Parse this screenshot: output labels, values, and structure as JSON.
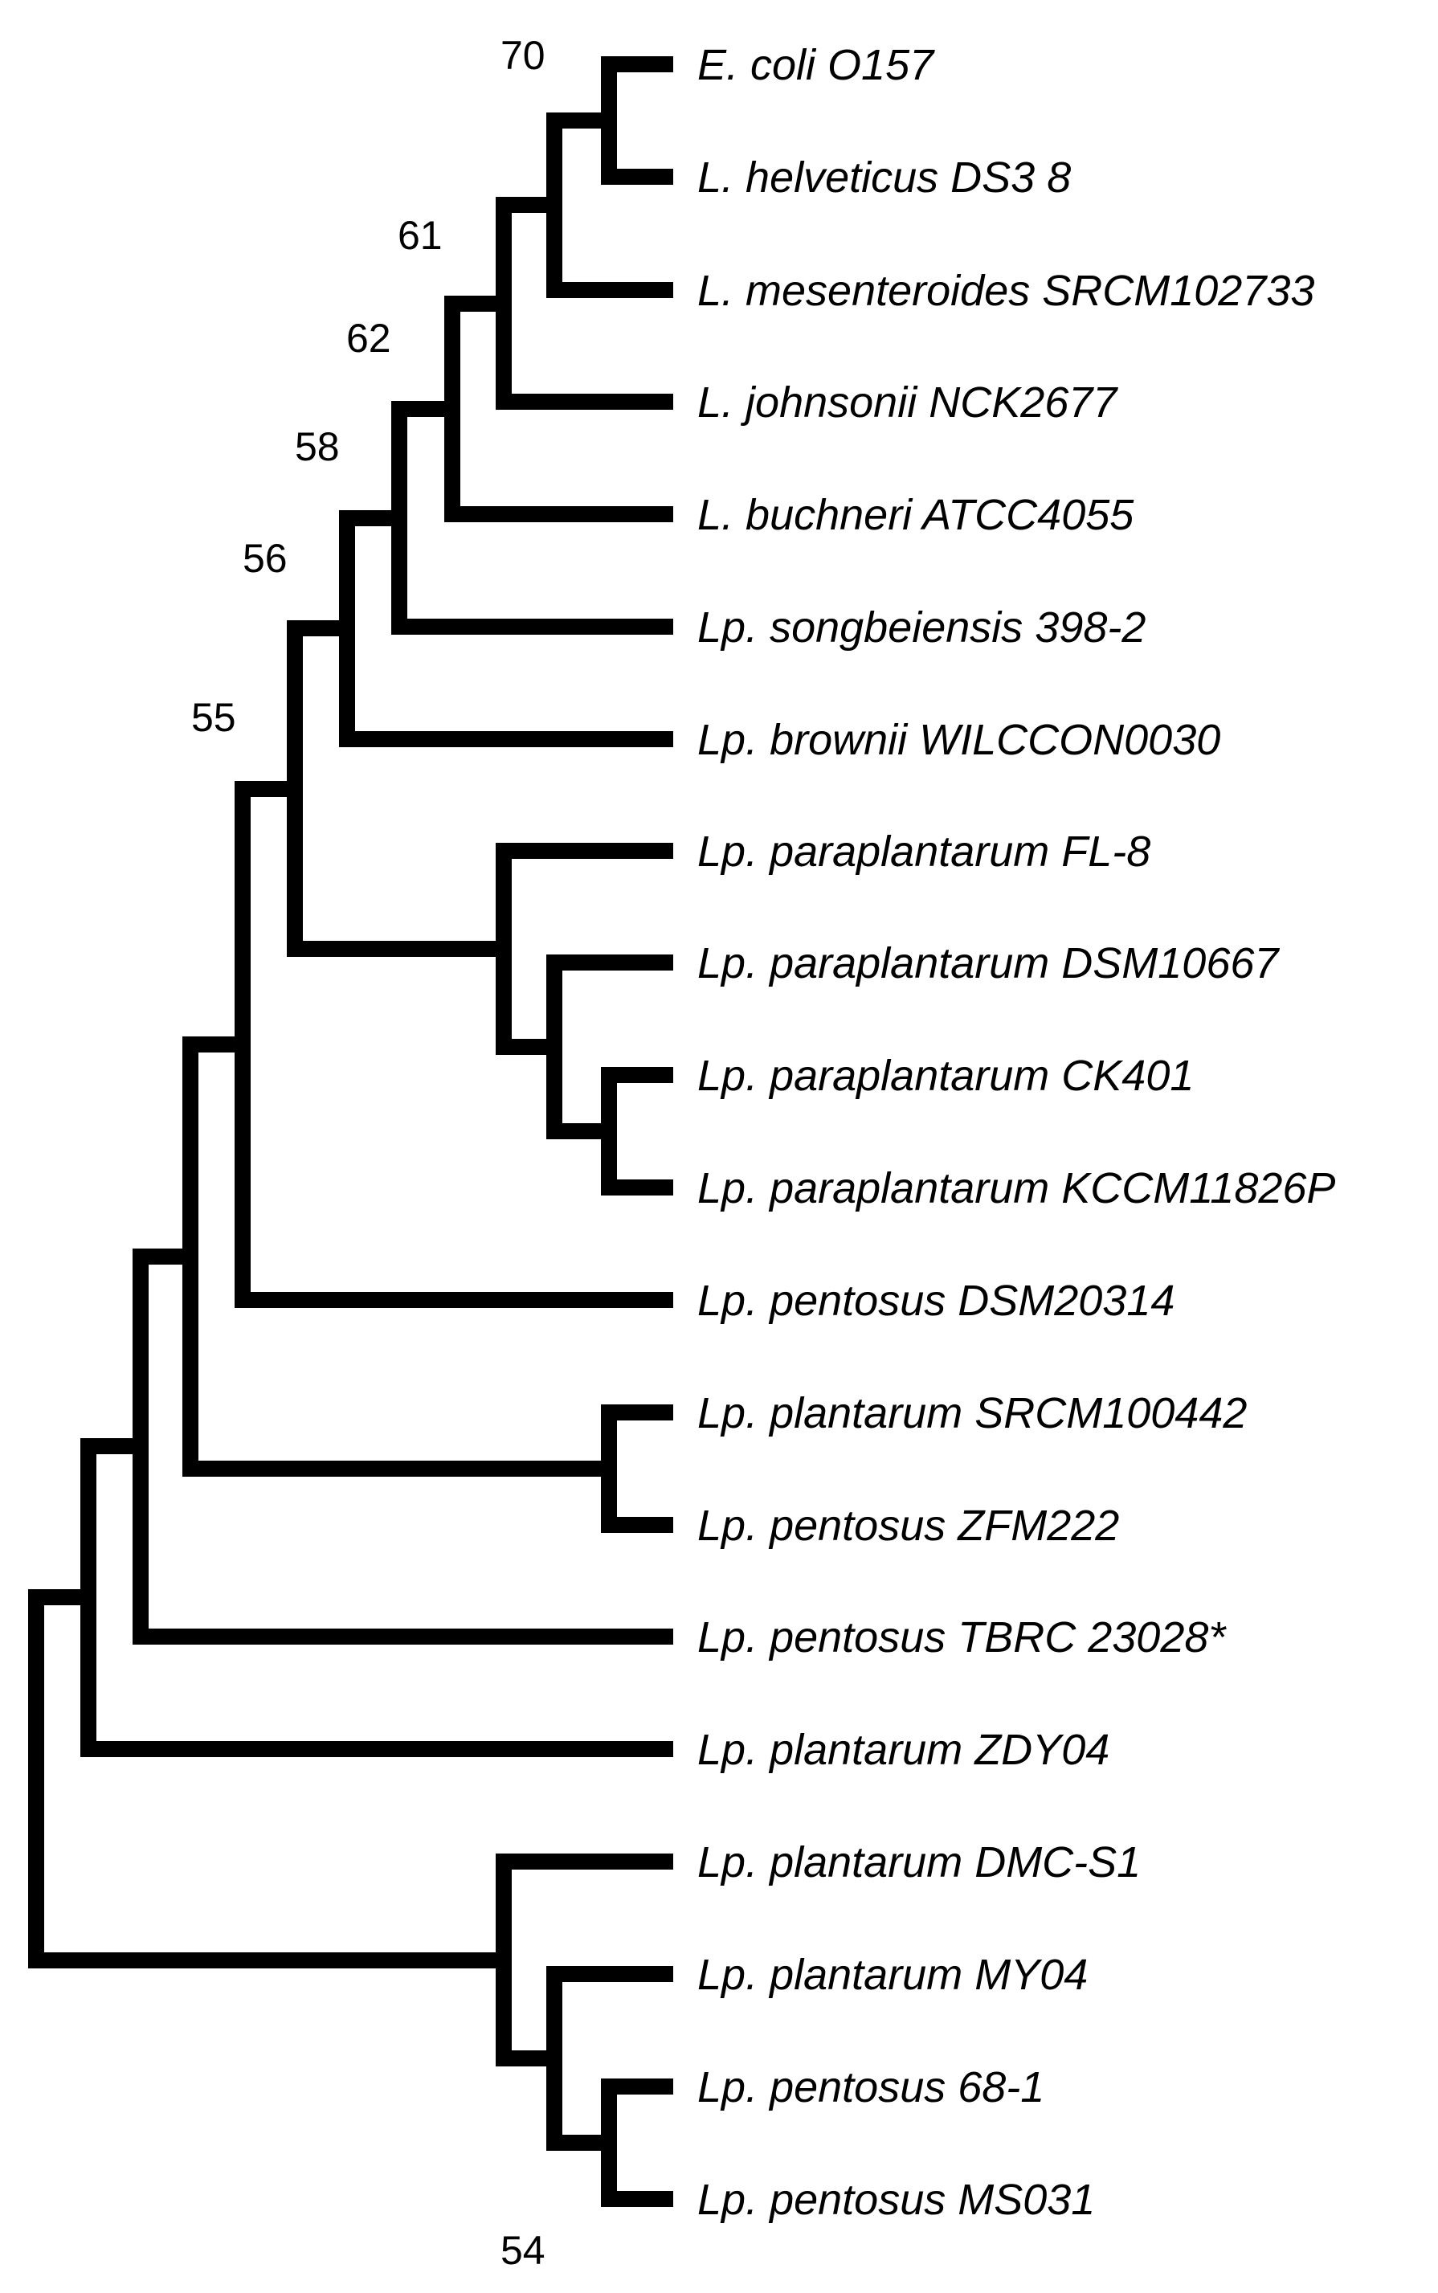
{
  "taxa": [
    "E. coli O157",
    "L. helveticus DS3 8",
    "L. mesenteroides SRCM102733",
    "L. johnsonii NCK2677",
    "L. buchneri ATCC4055",
    "Lp. songbeiensis 398-2",
    "Lp. brownii WILCCON0030",
    "Lp. paraplantarum FL-8",
    "Lp. paraplantarum DSM10667",
    "Lp. paraplantarum CK401",
    "Lp. paraplantarum KCCM11826P",
    "Lp. pentosus DSM20314",
    "Lp. plantarum SRCM100442",
    "Lp. pentosus ZFM222",
    "Lp. pentosus TBRC 23028*",
    "Lp. plantarum ZDY04",
    "Lp. plantarum DMC-S1",
    "Lp. plantarum MY04",
    "Lp. pentosus 68-1",
    "Lp. pentosus MS031"
  ],
  "support_values": [
    "70",
    "61",
    "62",
    "58",
    "56",
    "55",
    "54"
  ],
  "colors": {
    "branch": "#000000",
    "text": "#000000",
    "background": "#ffffff"
  }
}
